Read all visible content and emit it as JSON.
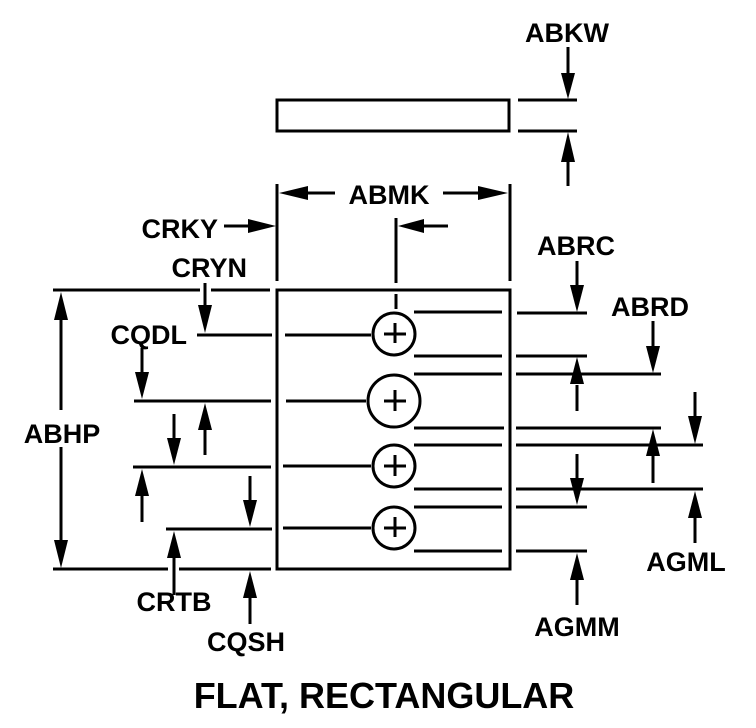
{
  "diagram": {
    "title": "FLAT, RECTANGULAR",
    "line_color": "#000000",
    "background": "#ffffff",
    "labels": {
      "abkw": "ABKW",
      "abmk": "ABMK",
      "crky": "CRKY",
      "cryn": "CRYN",
      "abrc": "ABRC",
      "abrd": "ABRD",
      "cqdl": "CQDL",
      "abhp": "ABHP",
      "crtb": "CRTB",
      "cqsh": "CQSH",
      "agml": "AGML",
      "agmm": "AGMM"
    },
    "hole_count": 4
  }
}
